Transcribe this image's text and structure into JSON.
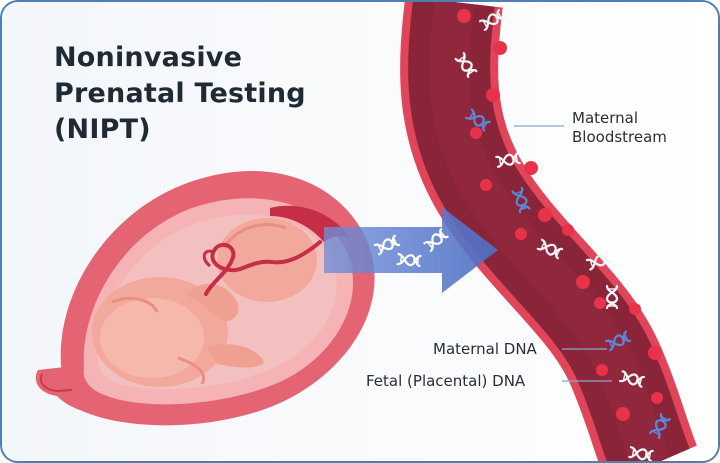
{
  "title": {
    "line1": "Noninvasive",
    "line2": "Prenatal Testing",
    "line3": "(NIPT)"
  },
  "labels": {
    "maternal_bloodstream_line1": "Maternal",
    "maternal_bloodstream_line2": "Bloodstream",
    "maternal_dna": "Maternal DNA",
    "fetal_dna": "Fetal (Placental) DNA"
  },
  "colors": {
    "frame_border": "#4d7fb3",
    "vessel_outer": "#e0455a",
    "vessel_inner": "#8a2439",
    "blood_cell": "#e8324a",
    "arrow": "#5577c6",
    "maternal_dna_color": "#5a87d6",
    "fetal_dna_color": "#f2f4f8",
    "uterus": "#e56474",
    "fetus": "#f3a89c"
  },
  "icons": {
    "dna": "dna-helix-icon",
    "cell": "blood-cell-icon",
    "arrow": "transfer-arrow-icon"
  }
}
